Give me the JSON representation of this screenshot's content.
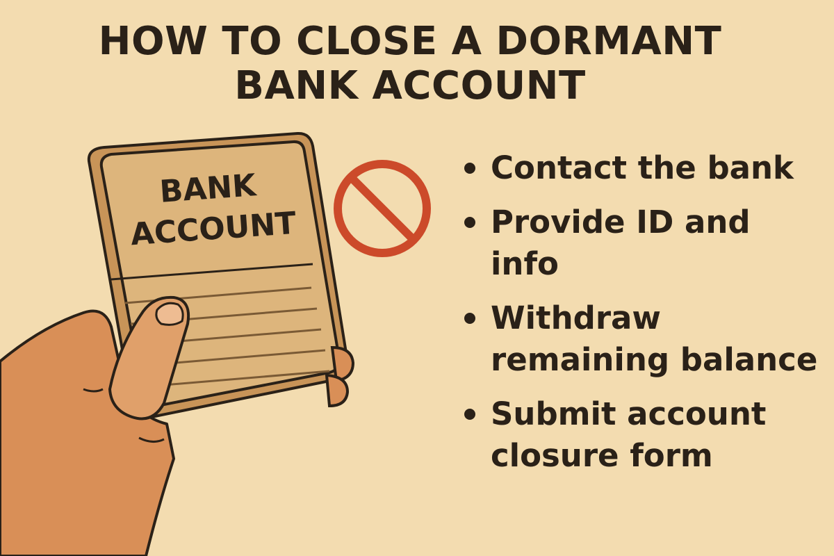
{
  "title": {
    "line1": "HOW TO CLOSE A DORMANT",
    "line2": "BANK ACCOUNT"
  },
  "book": {
    "label_line1": "BANK",
    "label_line2": "ACCOUNT"
  },
  "icons": {
    "prohibition": "no-entry-icon",
    "hand": "hand-icon",
    "passbook": "bank-passbook-icon"
  },
  "colors": {
    "background": "#f3dcb0",
    "text": "#2a2118",
    "prohibition_red": "#cc4a2a",
    "book": "#d6a96b",
    "skin": "#d98f57"
  },
  "steps": [
    {
      "text": "Contact the bank"
    },
    {
      "text": "Provide ID and info"
    },
    {
      "text": "Withdraw remaining balance"
    },
    {
      "text": "Submit account closure form"
    }
  ]
}
